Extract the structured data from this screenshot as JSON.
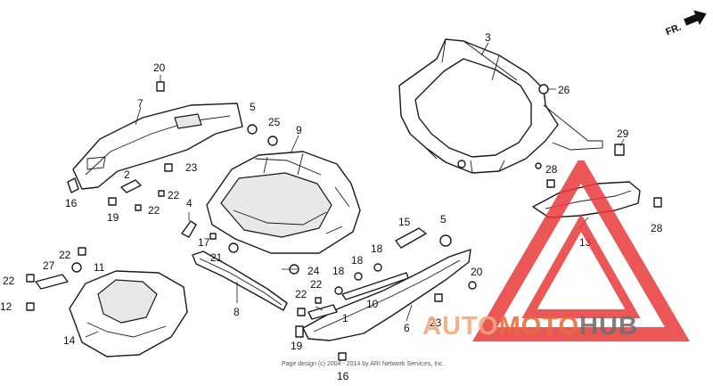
{
  "direction_marker": {
    "text": "FR.",
    "icon": "arrow-right-icon"
  },
  "part_labels": {
    "p1": "1",
    "p2": "2",
    "p3": "3",
    "p4": "4",
    "p5a": "5",
    "p5b": "5",
    "p6": "6",
    "p7": "7",
    "p8": "8",
    "p9": "9",
    "p10": "10",
    "p11": "11",
    "p12": "12",
    "p13": "13",
    "p14": "14",
    "p15": "15",
    "p16a": "16",
    "p16b": "16",
    "p17": "17",
    "p18a": "18",
    "p18b": "18",
    "p18c": "18",
    "p19a": "19",
    "p19b": "19",
    "p20a": "20",
    "p20b": "20",
    "p21": "21",
    "p22a": "22",
    "p22b": "22",
    "p22c": "22",
    "p22d": "22",
    "p22e": "22",
    "p22f": "22",
    "p23a": "23",
    "p23b": "23",
    "p24": "24",
    "p25": "25",
    "p26": "26",
    "p27": "27",
    "p28a": "28",
    "p28b": "28",
    "p29": "29"
  },
  "watermark": {
    "brand_part1": "AUTO",
    "brand_part2": "MOTO",
    "brand_part3": "HUB",
    "colors": {
      "logo": "#e8393a",
      "auto": "#f3a77b",
      "moto": "#ea6b3d",
      "hub": "#6f6f6f"
    }
  },
  "copyright": "Page design (c) 2004 - 2014 by ARI Network Services, Inc."
}
